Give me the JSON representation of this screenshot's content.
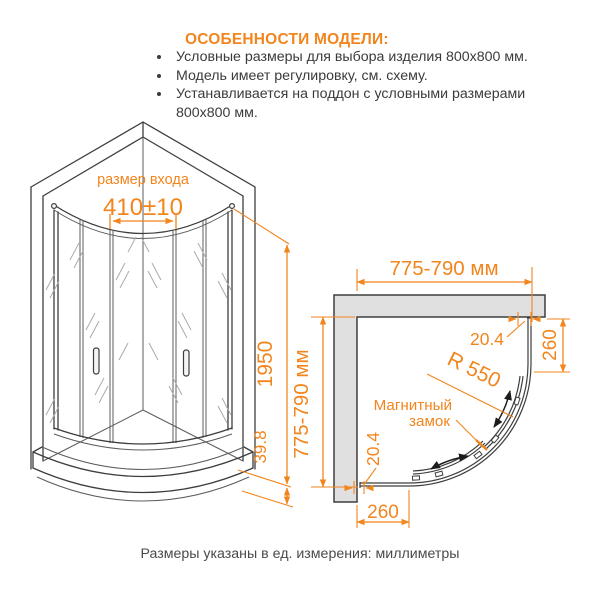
{
  "header": {
    "title": "ОСОБЕННОСТИ МОДЕЛИ:",
    "bullets": [
      "Условные размеры для выбора изделия 800x800 мм.",
      "Модель имеет регулировку, см. схему.",
      "Устанавливается на поддон с условными размерами 800x800 мм."
    ]
  },
  "iso_view": {
    "entrance_label": "размер входа",
    "entrance_value": "410±10",
    "height_value": "1950",
    "tray_height_value": "39.8"
  },
  "top_view": {
    "width_value": "775-790 мм",
    "depth_value": "775-790 мм",
    "radius_value": "R 550",
    "gap_top_value": "20.4",
    "gap_bottom_value": "20.4",
    "side_right_value": "260",
    "side_bottom_value": "260",
    "lock_label_line1": "Магнитный",
    "lock_label_line2": "замок"
  },
  "footer": {
    "units_note": "Размеры указаны в ед. измерения: миллиметры"
  },
  "colors": {
    "accent_orange": "#F2851D",
    "drawing_line": "#3E3E3E",
    "wall_fill": "#E0E0E0",
    "body_text": "#3B3B3B"
  }
}
